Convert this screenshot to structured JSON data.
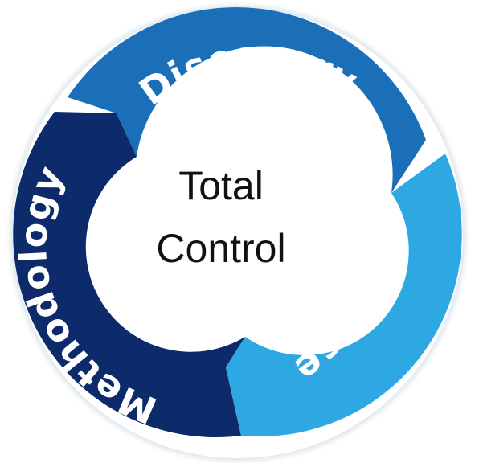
{
  "segments": [
    {
      "id": "discovery",
      "label": "Discovery",
      "color": "#1b6fb8"
    },
    {
      "id": "licenses",
      "label": "Licenses",
      "color": "#2ea8e2"
    },
    {
      "id": "methodology",
      "label": "Methodology",
      "color": "#0d2a6b"
    }
  ],
  "center": {
    "line1": "Total",
    "line2": "Control"
  },
  "colors": {
    "outer_ring": "#ffffff",
    "inner_circle": "#ffffff",
    "text_center": "#111111"
  }
}
